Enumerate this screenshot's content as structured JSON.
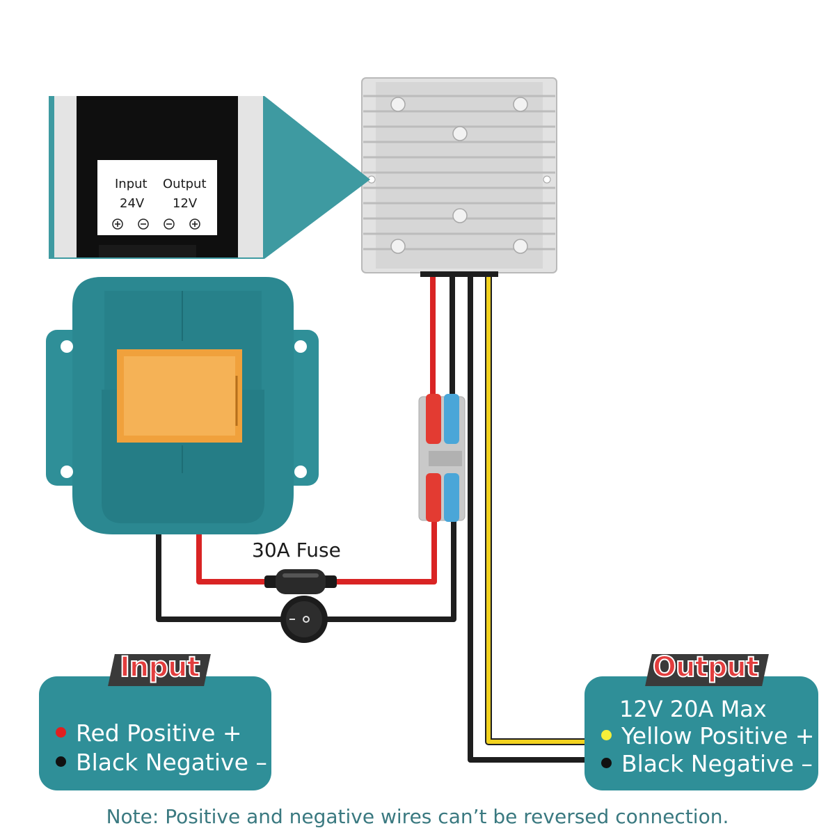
{
  "label_box": {
    "input_title": "Input",
    "input_voltage": "24V",
    "output_title": "Output",
    "output_voltage": "12V"
  },
  "fuse_label": "30A Fuse",
  "input_panel": {
    "tag": "Input",
    "red_text": "Red Positive +",
    "black_text": "Black Negative –"
  },
  "output_panel": {
    "tag": "Output",
    "rating": "12V 20A Max",
    "yellow_text": "Yellow Positive +",
    "black_text": "Black Negative –"
  },
  "note": "Note: Positive and negative wires can’t be reversed connection.",
  "colors": {
    "teal": "#2f8f98",
    "wire_red": "#d92424",
    "wire_black": "#1e1e1e",
    "wire_yellow": "#f2d21e",
    "connector_orange": "#f0a13c",
    "dot_red": "#e02020",
    "dot_yellow": "#f4ef3a",
    "dot_black": "#111111"
  }
}
